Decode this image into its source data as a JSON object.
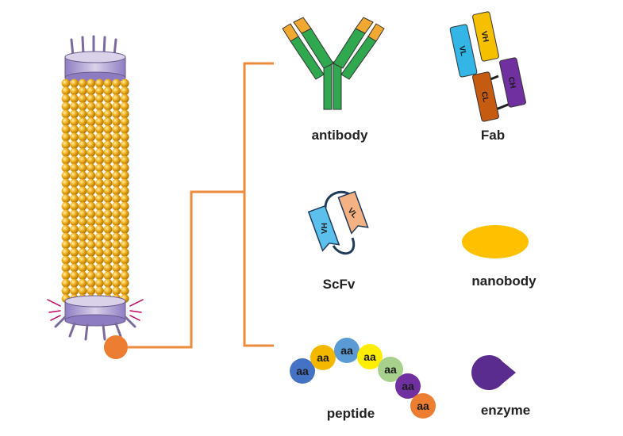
{
  "labels": {
    "antibody": "antibody",
    "fab": "Fab",
    "scfv": "ScFv",
    "nanobody": "nanobody",
    "peptide": "peptide",
    "enzyme": "enzyme"
  },
  "fab_domains": {
    "vl": "VL",
    "vh": "VH",
    "cl": "CL",
    "ch": "CH"
  },
  "scfv_domains": {
    "vh": "VH",
    "vl": "VL"
  },
  "peptide_residues": [
    {
      "label": "aa",
      "color": "#4472c4"
    },
    {
      "label": "aa",
      "color": "#f5b800"
    },
    {
      "label": "aa",
      "color": "#5b9bd5"
    },
    {
      "label": "aa",
      "color": "#ffee00"
    },
    {
      "label": "aa",
      "color": "#a9d18e"
    },
    {
      "label": "aa",
      "color": "#7030a0"
    },
    {
      "label": "aa",
      "color": "#ed7d31"
    }
  ],
  "colors": {
    "connector": "#ed8b3c",
    "phage_bead": "#f2b01e",
    "phage_cap": "#b4a7d6",
    "antibody_chain": "#2fa84f",
    "antibody_tip": "#f0a830",
    "fab_vl": "#33b5e5",
    "fab_vh": "#f5c000",
    "fab_cl": "#c55a11",
    "fab_ch": "#7030a0",
    "scfv_vh": "#5bc0eb",
    "scfv_vl": "#f4b183",
    "nanobody": "#ffc000",
    "enzyme": "#5b2c8f"
  }
}
